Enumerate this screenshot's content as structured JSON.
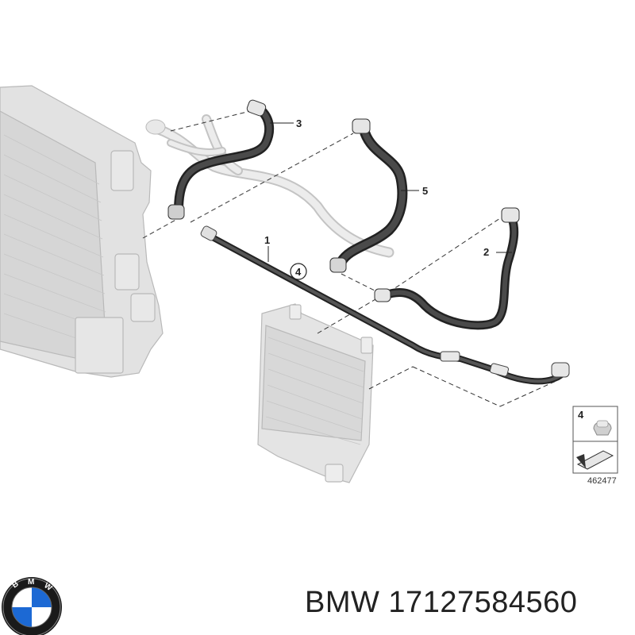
{
  "callouts": {
    "c1": "1",
    "c2": "2",
    "c3": "3",
    "c4": "4",
    "c5": "5"
  },
  "legend": {
    "item_number": "4",
    "reference_number": "462477"
  },
  "footer": {
    "brand_logo": "BMW",
    "part_label": "BMW 17127584560"
  },
  "colors": {
    "hose": "#2b2b2b",
    "ghost_part": "#d9d9d9",
    "ghost_stroke": "#b8b8b8"
  },
  "icons": [
    "bmw-roundel-icon",
    "clip-icon",
    "arrow-icon"
  ]
}
